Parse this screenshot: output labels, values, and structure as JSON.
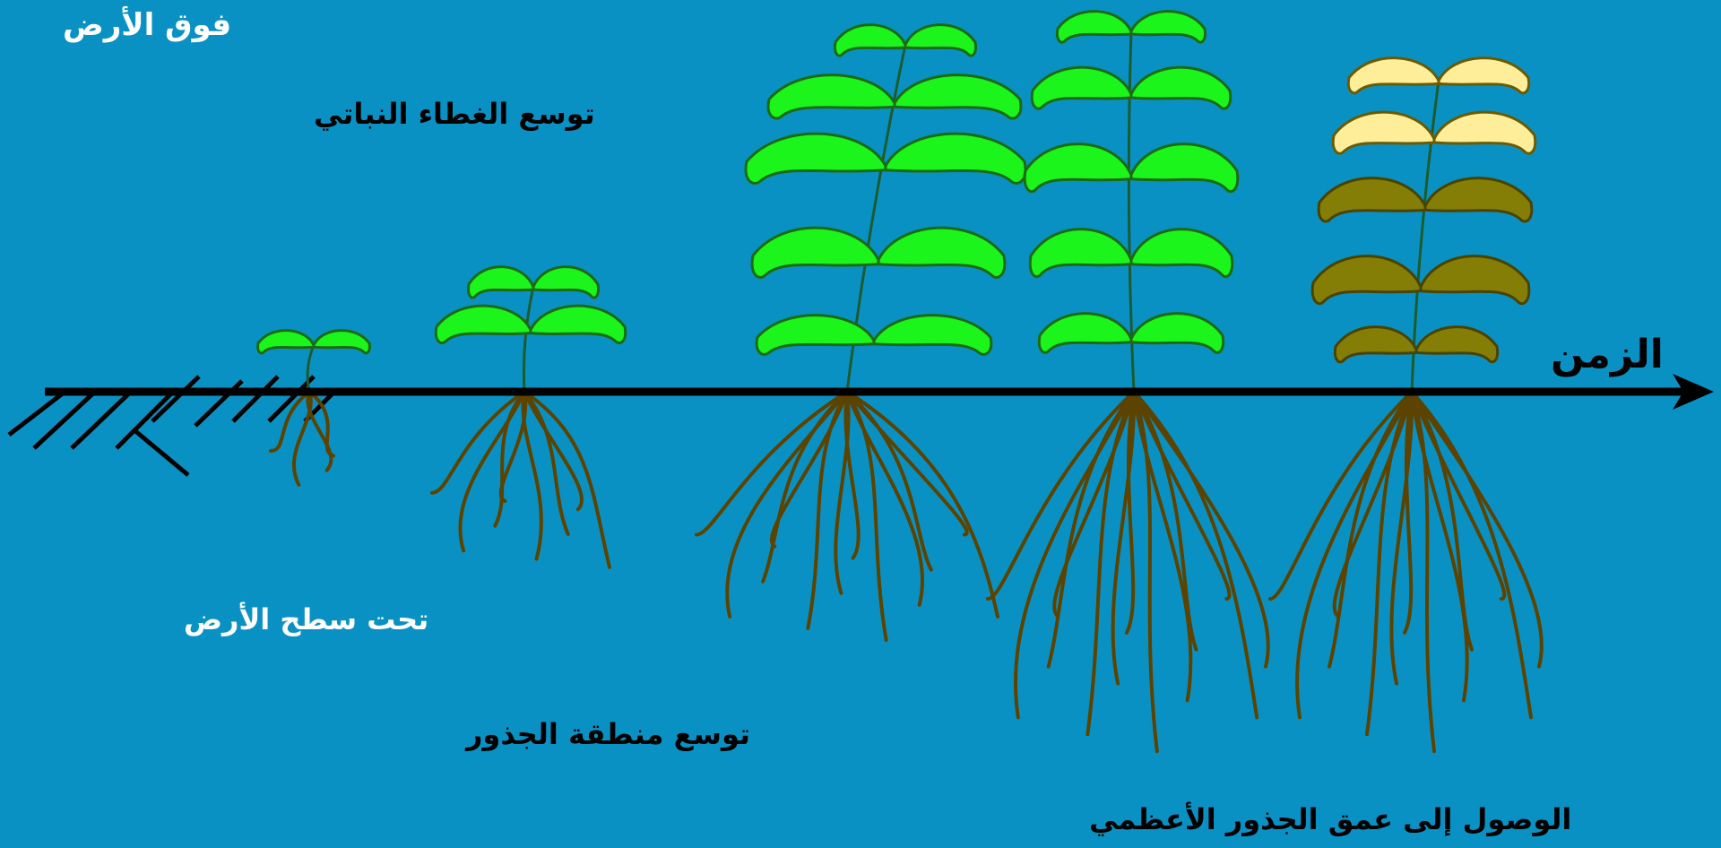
{
  "labels": {
    "above_ground": "فوق الأرض",
    "canopy_expansion": "توسع الغطاء النباتي",
    "below_surface": "تحت سطح الأرض",
    "root_zone_expansion": "توسع منطقة الجذور",
    "max_root_depth": "الوصول إلى عمق الجذور الأعظمي",
    "time_axis": "الزمن"
  },
  "colors": {
    "background": "#0a91c4",
    "label_white": "#ffffff",
    "label_black": "#000000",
    "leaf_green": "#1bf51b",
    "leaf_green_outline": "#1c6b13",
    "leaf_yellow": "#ffee99",
    "leaf_olive": "#847d06",
    "stem": "#1c5b2e",
    "root": "#5c4300",
    "ground": "#000000"
  },
  "plants": [
    {
      "stage": 1,
      "leaf_pairs": 1,
      "leaf_color": "green"
    },
    {
      "stage": 2,
      "leaf_pairs": 2,
      "leaf_color": "green"
    },
    {
      "stage": 3,
      "leaf_pairs": 5,
      "leaf_color": "green"
    },
    {
      "stage": 4,
      "leaf_pairs": 5,
      "leaf_color": "green"
    },
    {
      "stage": 5,
      "leaf_pairs": 5,
      "leaf_color": "yellow-olive (senescing)"
    }
  ]
}
